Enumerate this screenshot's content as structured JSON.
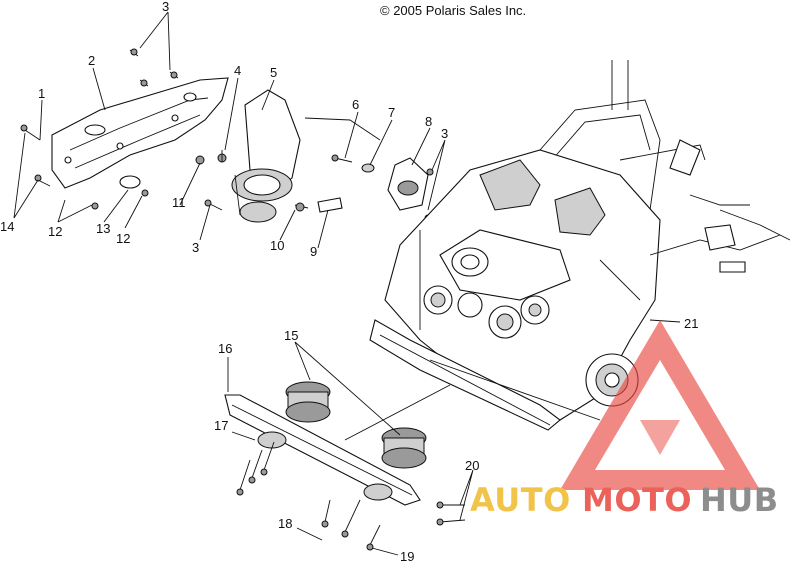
{
  "copyright": "© 2005 Polaris Sales Inc.",
  "callouts": [
    {
      "id": "c1",
      "label": "1"
    },
    {
      "id": "c2",
      "label": "2"
    },
    {
      "id": "c3a",
      "label": "3"
    },
    {
      "id": "c4",
      "label": "4"
    },
    {
      "id": "c5",
      "label": "5"
    },
    {
      "id": "c6",
      "label": "6"
    },
    {
      "id": "c7",
      "label": "7"
    },
    {
      "id": "c8",
      "label": "8"
    },
    {
      "id": "c3b",
      "label": "3"
    },
    {
      "id": "c11",
      "label": "11"
    },
    {
      "id": "c12a",
      "label": "12"
    },
    {
      "id": "c13",
      "label": "13"
    },
    {
      "id": "c12b",
      "label": "12"
    },
    {
      "id": "c14",
      "label": "14"
    },
    {
      "id": "c3c",
      "label": "3"
    },
    {
      "id": "c10",
      "label": "10"
    },
    {
      "id": "c9",
      "label": "9"
    },
    {
      "id": "c21",
      "label": "21"
    },
    {
      "id": "c16",
      "label": "16"
    },
    {
      "id": "c15",
      "label": "15"
    },
    {
      "id": "c17",
      "label": "17"
    },
    {
      "id": "c20",
      "label": "20"
    },
    {
      "id": "c18",
      "label": "18"
    },
    {
      "id": "c19",
      "label": "19"
    }
  ],
  "watermark": {
    "part1": "AUTO",
    "part2": "MOTO",
    "part3": "HUB",
    "color_yellow": "#f0b92a",
    "color_red": "#e8473e",
    "color_gray": "#7a7a7a"
  }
}
